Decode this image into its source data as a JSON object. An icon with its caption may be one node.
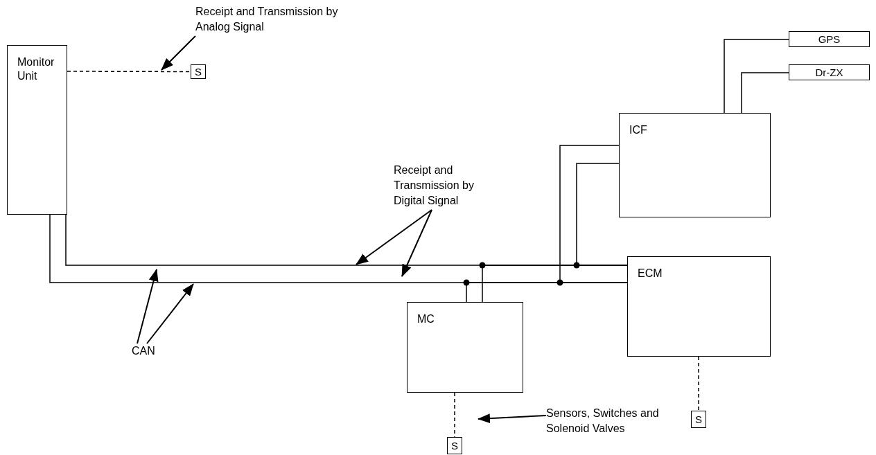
{
  "diagram": {
    "nodes": [
      {
        "text": [
          "Monitor Unit"
        ]
      },
      {
        "text": [
          "S"
        ]
      },
      {
        "text": [
          "GPS"
        ]
      },
      {
        "text": [
          "Dr-ZX"
        ]
      },
      {
        "text": [
          "ICF"
        ]
      },
      {
        "text": [
          "ECM"
        ]
      },
      {
        "text": [
          "MC"
        ]
      },
      {
        "text": [
          "S"
        ]
      },
      {
        "text": [
          "S"
        ]
      },
      {
        "text": [
          "Receipt and Transmission by Analog Signal"
        ]
      },
      {
        "text": [
          "Receipt and Transmission by Digital Signal"
        ]
      },
      {
        "text": [
          "CAN"
        ]
      },
      {
        "text": [
          "Sensors, Switches and Solenoid Valves"
        ]
      }
    ],
    "edges": [
      {
        "from": 0,
        "to": 5,
        "arrow": "none"
      },
      {
        "from": 0,
        "to": 5,
        "arrow": "none"
      },
      {
        "from": 6,
        "to": 5,
        "arrow": "none"
      },
      {
        "from": 6,
        "to": 5,
        "arrow": "none"
      },
      {
        "from": 4,
        "to": 5,
        "arrow": "none"
      },
      {
        "from": 4,
        "to": 5,
        "arrow": "none"
      },
      {
        "from": 4,
        "to": 2,
        "arrow": "none"
      },
      {
        "from": 4,
        "to": 3,
        "arrow": "none"
      },
      {
        "from": 0,
        "to": 1,
        "arrow": "none",
        "style": "dashed"
      },
      {
        "from": 5,
        "to": 7,
        "arrow": "none",
        "style": "dashed"
      },
      {
        "from": 6,
        "to": 8,
        "arrow": "none",
        "style": "dashed"
      },
      {
        "from": 9,
        "to": null,
        "arrow": "to"
      },
      {
        "from": 10,
        "to": null,
        "arrow": "to"
      },
      {
        "from": 10,
        "to": null,
        "arrow": "to"
      },
      {
        "from": 11,
        "to": null,
        "arrow": "to"
      },
      {
        "from": 11,
        "to": null,
        "arrow": "to"
      },
      {
        "from": 12,
        "to": null,
        "arrow": "to"
      }
    ]
  }
}
